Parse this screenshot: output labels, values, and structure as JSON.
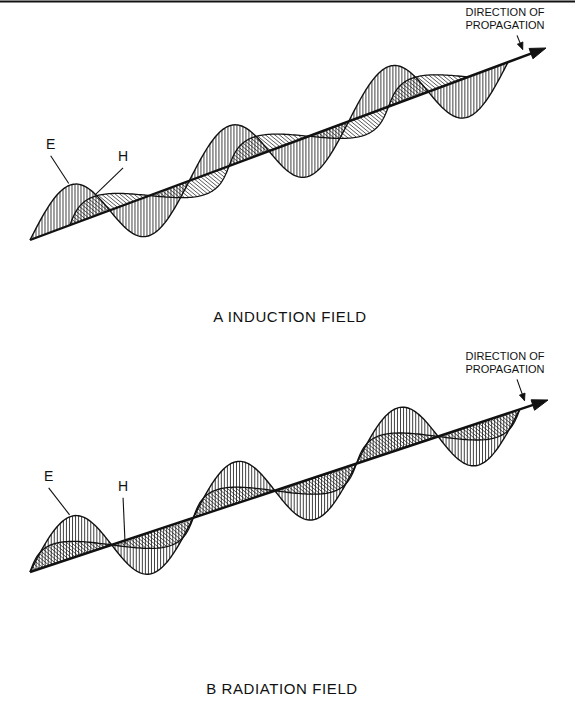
{
  "diagram": {
    "labels": [
      "DIRECTION OF PROPAGATION",
      "E",
      "H",
      "A INDUCTION FIELD",
      "DIRECTION OF PROPAGATION",
      "E",
      "H",
      "B RADIATION FIELD"
    ]
  }
}
